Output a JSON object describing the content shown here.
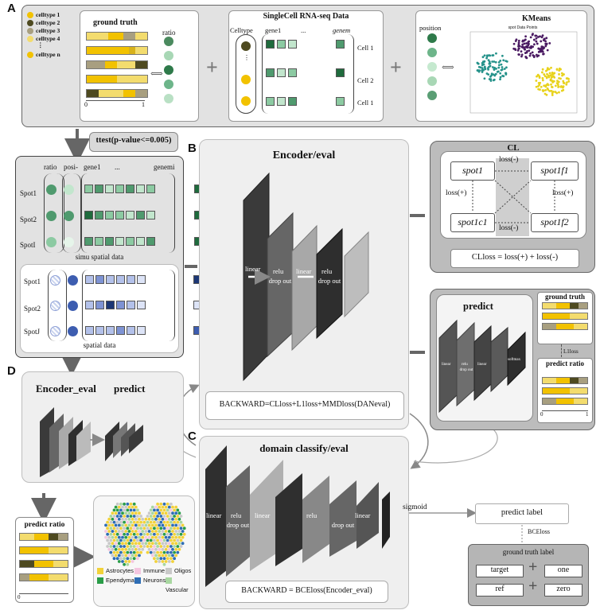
{
  "panel_labels": {
    "a": "A",
    "b": "B",
    "c": "C",
    "d": "D"
  },
  "celltype_legend": [
    "celltype 1",
    "celltype 2",
    "celltype 3",
    "celltype 4",
    "⋮",
    "celltype n"
  ],
  "celltype_colors": [
    "#f2c200",
    "#4e4a20",
    "#a89f80",
    "#f3dc6e",
    "#f2c200"
  ],
  "ground_truth_title": "ground truth",
  "ratio_label": "ratio",
  "axis_zero": "0",
  "axis_one": "1",
  "scrna_title": "SingleCell RNA-seq Data",
  "celltype_header": "Celltype",
  "gene1_label": "gene1",
  "ellipsis": "...",
  "genem_label": "genem",
  "cells": [
    "Cell 1",
    "Cell 2",
    "Cell 1"
  ],
  "position_label": "position",
  "kmeans_title": "KMeans",
  "kmeans_plot_title": "spot Data Points",
  "ttest": "ttest(p-value<=0.005)",
  "simu": {
    "ratio_col": "ratio",
    "posi_col": "posi-",
    "gene1": "gene1",
    "genem": "genemi",
    "spots": [
      "Spot1",
      "Spot2",
      "SpotI"
    ],
    "caption": "simu spatial data"
  },
  "real": {
    "spots": [
      "Spot1",
      "Spot2",
      "SpotJ"
    ],
    "caption": "spatial data"
  },
  "encoder": {
    "title": "Encoder/eval",
    "layers": [
      "linear",
      "relu",
      "drop out",
      "linear",
      "relu",
      "drop out"
    ],
    "backward": "BACKWARD=CLloss+L1loss+MMDloss(DANeval)"
  },
  "cl": {
    "title": "CL",
    "spot1": "spot1",
    "spot1f1": "spot1f1",
    "spot1c1": "spot1c1",
    "spot1f2": "spot1f2",
    "loss_neg": "loss(-)",
    "loss_pos": "loss(+)",
    "formula": "CLloss = loss(+) + loss(-)"
  },
  "predict_panel": {
    "title": "predict",
    "layers": [
      "linear",
      "relu",
      "drop out",
      "linear",
      "softmax"
    ],
    "gt": "ground truth",
    "l1": "L1loss",
    "pr": "predict ratio"
  },
  "d_panel": {
    "encoder": "Encoder_eval",
    "predict": "predict"
  },
  "predict_ratio_label": "predict ratio",
  "tissue_legend": [
    "Astrocytes",
    "Immune",
    "Oligos",
    "Ependymal",
    "Neurons",
    "Vascular"
  ],
  "tissue_colors": [
    "#f2d23a",
    "#f4c6e0",
    "#c9c9c9",
    "#2a9d48",
    "#2f6eb5",
    "#a8d7a0"
  ],
  "domain": {
    "title": "domain classify/eval",
    "layers": [
      "linear",
      "relu",
      "drop out",
      "linear",
      "relu",
      "drop out",
      "linear"
    ],
    "sigmoid": "sigmoid",
    "backward": "BACKWARD = BCEloss(Encoder_eval)"
  },
  "predict_label": "predict label",
  "bceloss": "BCEloss",
  "gt_label": {
    "title": "ground truth label",
    "rows": [
      [
        "target",
        "one"
      ],
      [
        "ref",
        "zero"
      ]
    ]
  }
}
